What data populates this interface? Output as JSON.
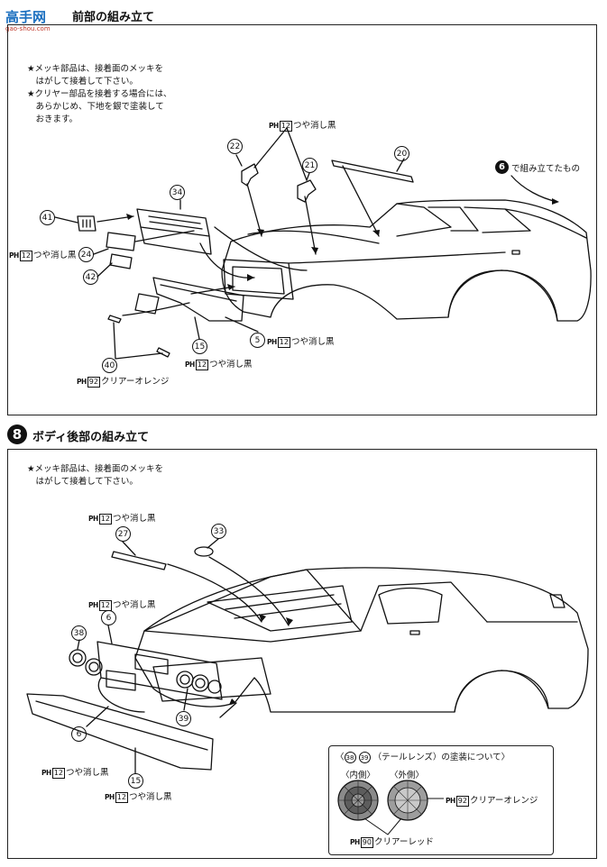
{
  "watermark": {
    "logo": "高手网",
    "url": "gao-shou.com"
  },
  "step7": {
    "title": "前部の組み立て",
    "notes": [
      "★メッキ部品は、接着面のメッキを\n　はがして接着して下さい。",
      "★クリヤー部品を接着する場合には、\n　あらかじめ、下地を銀で塗装して\n　おきます。"
    ],
    "ref_num": "6",
    "ref_text": "で組み立てたもの",
    "paint_matte_black": "つや消し黒",
    "paint_clear_orange": "クリアーオレンジ",
    "code12": "12",
    "code92": "92",
    "parts": [
      "22",
      "21",
      "20",
      "34",
      "41",
      "24",
      "42",
      "15",
      "5",
      "40"
    ]
  },
  "step8": {
    "num": "8",
    "title": "ボディ後部の組み立て",
    "note": "★メッキ部品は、接着面のメッキを\n　はがして接着して下さい。",
    "paint_matte_black": "つや消し黒",
    "code12": "12",
    "parts": [
      "27",
      "33",
      "6",
      "38",
      "39",
      "6",
      "15"
    ],
    "legend": {
      "title_parts": [
        "38",
        "39"
      ],
      "title_text": "（テールレンズ）の塗装について",
      "inner": "〈内側〉",
      "outer": "〈外側〉",
      "clear_orange": "クリアーオレンジ",
      "clear_red": "クリアーレッド",
      "code92": "92",
      "code90": "90"
    }
  }
}
